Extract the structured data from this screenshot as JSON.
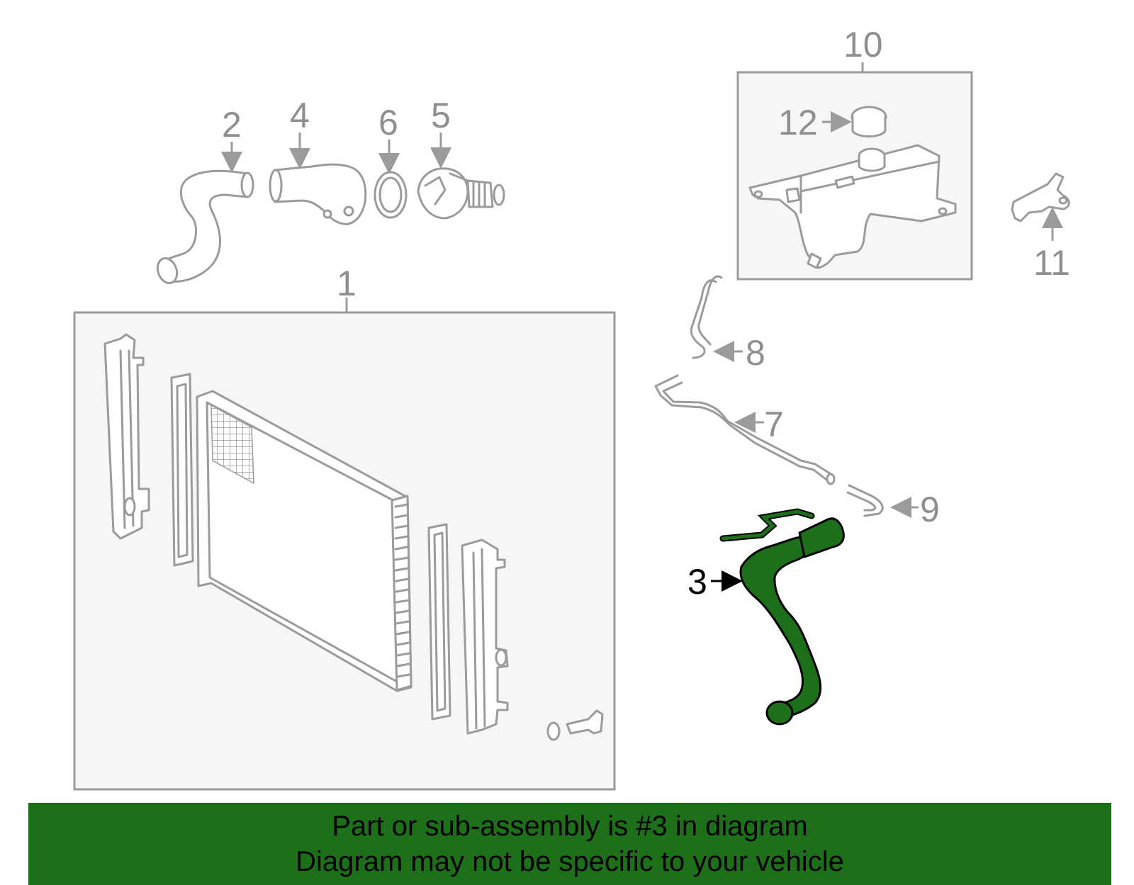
{
  "callouts": {
    "radiator_assembly": "1",
    "inlet_hose": "2",
    "outlet_hose": "3",
    "water_inlet": "4",
    "thermostat": "5",
    "gasket": "6",
    "overflow_pipe": "7",
    "reservoir_hose": "8",
    "bypass_hose": "9",
    "reservoir_assembly": "10",
    "bracket": "11",
    "reservoir_cap": "12"
  },
  "banner": {
    "line1": "Part or sub-assembly is #3 in diagram",
    "line2": "Diagram may not be specific to your vehicle"
  },
  "colors": {
    "highlight": "#1e6f1a",
    "banner_bg": "#1e6f1a",
    "part_stroke": "#9b9b9b",
    "frame_fill": "#f6f6f6"
  },
  "icons": {
    "arrow": "arrow-icon"
  }
}
